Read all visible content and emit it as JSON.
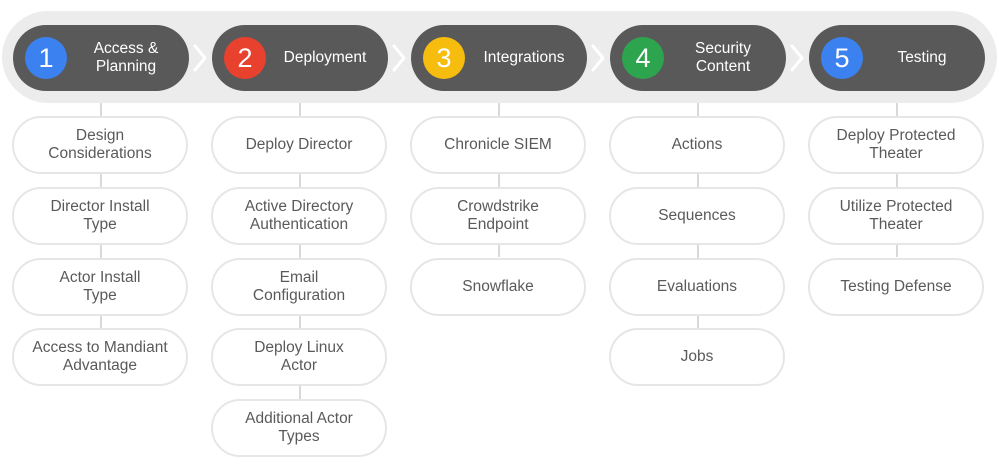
{
  "colors": {
    "track": "#ececec",
    "phase_bg": "#595959",
    "task_border": "#e6e6e6",
    "task_text": "#5a5a5a",
    "connector": "#d9d9d9"
  },
  "phases": [
    {
      "number": "1",
      "label": "Access &\nPlanning",
      "color": "#3b82f0",
      "tasks": [
        "Design\nConsiderations",
        "Director Install\nType",
        "Actor Install\nType",
        "Access to Mandiant\nAdvantage"
      ]
    },
    {
      "number": "2",
      "label": "Deployment",
      "color": "#e8412e",
      "tasks": [
        "Deploy Director",
        "Active Directory\nAuthentication",
        "Email\nConfiguration",
        "Deploy Linux\nActor",
        "Additional Actor\nTypes"
      ]
    },
    {
      "number": "3",
      "label": "Integrations",
      "color": "#f6bd0f",
      "tasks": [
        "Chronicle SIEM",
        "Crowdstrike\nEndpoint",
        "Snowflake"
      ]
    },
    {
      "number": "4",
      "label": "Security\nContent",
      "color": "#2da44e",
      "tasks": [
        "Actions",
        "Sequences",
        "Evaluations",
        "Jobs"
      ]
    },
    {
      "number": "5",
      "label": "Testing",
      "color": "#3b82f0",
      "tasks": [
        "Deploy Protected\nTheater",
        "Utilize Protected\nTheater",
        "Testing Defense"
      ]
    }
  ]
}
